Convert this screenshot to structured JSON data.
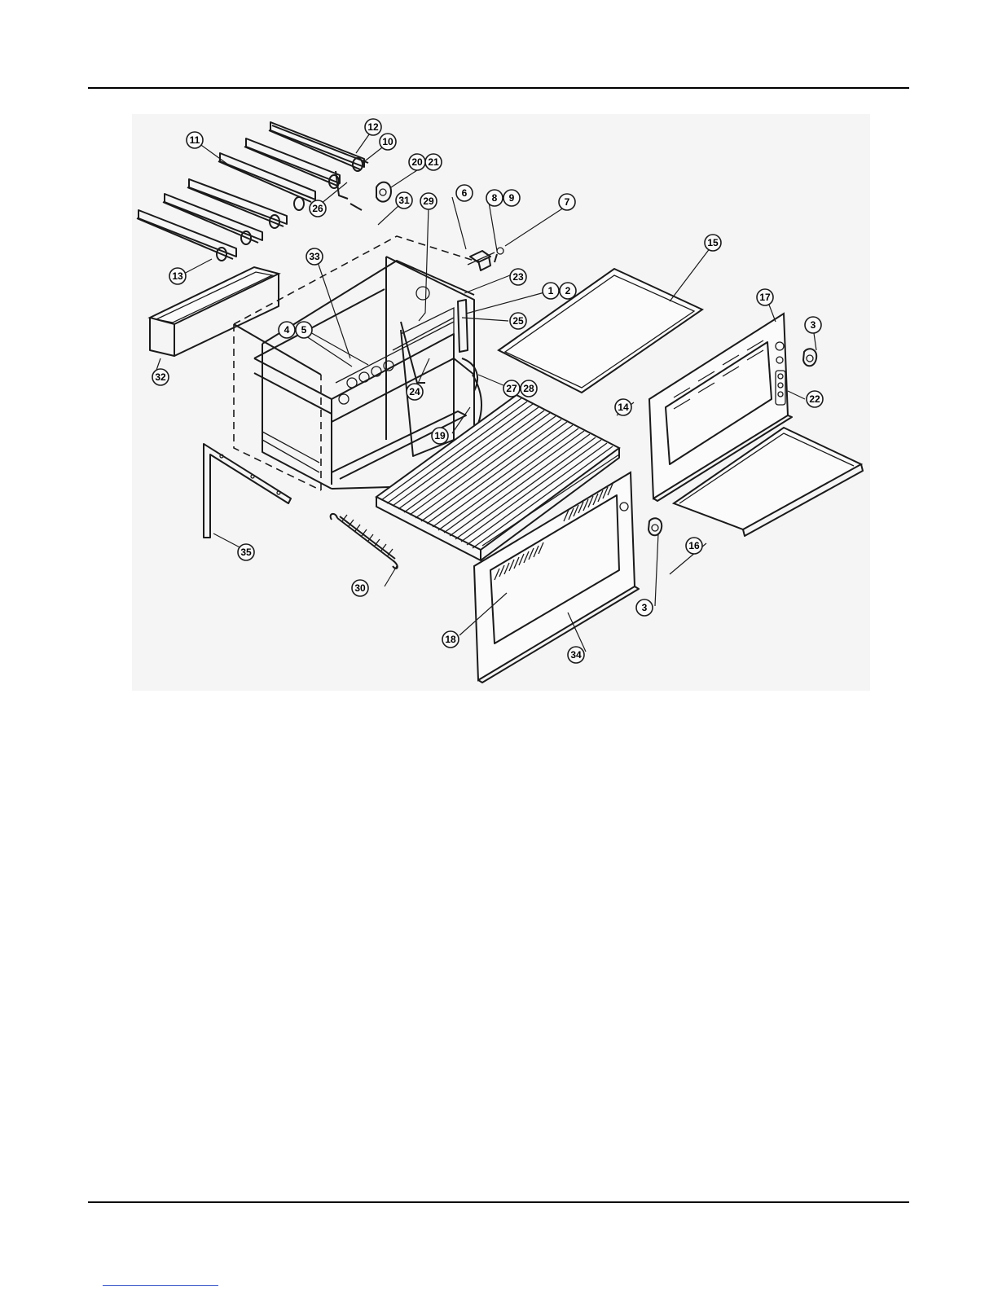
{
  "callouts": [
    {
      "id": "c12",
      "label": "12"
    },
    {
      "id": "c10",
      "label": "10"
    },
    {
      "id": "c11",
      "label": "11"
    },
    {
      "id": "c20",
      "label": "20"
    },
    {
      "id": "c21",
      "label": "21"
    },
    {
      "id": "c26",
      "label": "26"
    },
    {
      "id": "c6",
      "label": "6"
    },
    {
      "id": "c8",
      "label": "8"
    },
    {
      "id": "c9",
      "label": "9"
    },
    {
      "id": "c7",
      "label": "7"
    },
    {
      "id": "c31",
      "label": "31"
    },
    {
      "id": "c29",
      "label": "29"
    },
    {
      "id": "c15",
      "label": "15"
    },
    {
      "id": "c13",
      "label": "13"
    },
    {
      "id": "c33",
      "label": "33"
    },
    {
      "id": "c23",
      "label": "23"
    },
    {
      "id": "c1",
      "label": "1"
    },
    {
      "id": "c2",
      "label": "2"
    },
    {
      "id": "c17",
      "label": "17"
    },
    {
      "id": "c25",
      "label": "25"
    },
    {
      "id": "c4",
      "label": "4"
    },
    {
      "id": "c5",
      "label": "5"
    },
    {
      "id": "c3a",
      "label": "3"
    },
    {
      "id": "c32",
      "label": "32"
    },
    {
      "id": "c24",
      "label": "24"
    },
    {
      "id": "c27",
      "label": "27"
    },
    {
      "id": "c28",
      "label": "28"
    },
    {
      "id": "c22",
      "label": "22"
    },
    {
      "id": "c14",
      "label": "14"
    },
    {
      "id": "c19",
      "label": "19"
    },
    {
      "id": "c35",
      "label": "35"
    },
    {
      "id": "c16",
      "label": "16"
    },
    {
      "id": "c30",
      "label": "30"
    },
    {
      "id": "c3b",
      "label": "3"
    },
    {
      "id": "c18",
      "label": "18"
    },
    {
      "id": "c34",
      "label": "34"
    }
  ]
}
